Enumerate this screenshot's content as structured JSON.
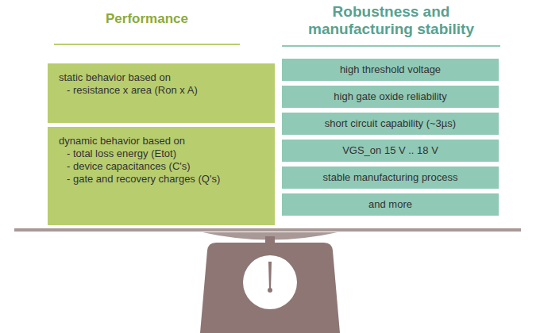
{
  "diagram": {
    "nodes": [
      {
        "text": [
          "static behavior based on",
          "- resistance x area (Ron x A)"
        ]
      },
      {
        "text": [
          "dynamic behavior based on",
          "- total loss energy (Etot)",
          "- device capacitances (C's)",
          "- gate and recovery charges (Q's)"
        ]
      },
      {
        "text": [
          "high threshold voltage"
        ]
      },
      {
        "text": [
          "high gate oxide reliability"
        ]
      },
      {
        "text": [
          "short circuit capability (~3µs)"
        ]
      },
      {
        "text": [
          "VGS_on 15 V .. 18 V"
        ]
      },
      {
        "text": [
          "stable manufacturing process"
        ]
      },
      {
        "text": [
          "and more"
        ]
      }
    ],
    "labels": [
      "Performance",
      "Robustness and manufacturing stability"
    ]
  }
}
